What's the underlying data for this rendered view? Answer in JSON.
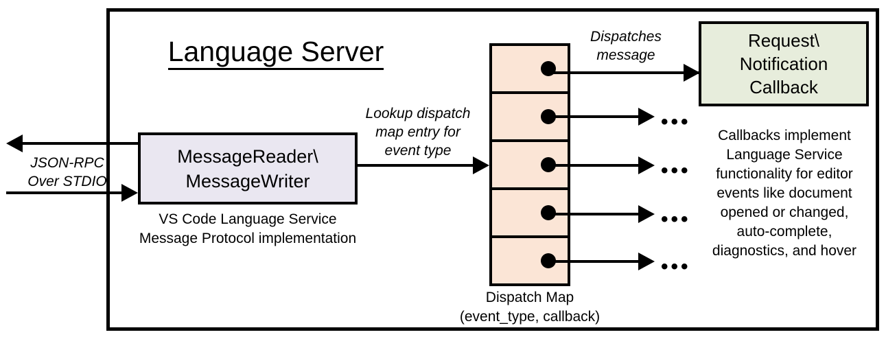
{
  "diagram": {
    "title": "Language Server",
    "nodes": {
      "message_io": {
        "label_line1": "MessageReader\\",
        "label_line2": "MessageWriter",
        "caption_line1": "VS Code Language Service",
        "caption_line2": "Message Protocol implementation",
        "fill_color": "#EAE7F1"
      },
      "dispatch_map": {
        "caption_line1": "Dispatch Map",
        "caption_line2": "(event_type, callback)",
        "fill_color": "#FBE5D6",
        "cell_count": 5
      },
      "callback": {
        "label_line1": "Request\\",
        "label_line2": "Notification",
        "label_line3": "Callback",
        "fill_color": "#E7EDDC",
        "caption_line1": "Callbacks implement",
        "caption_line2": "Language Service",
        "caption_line3": "functionality for editor",
        "caption_line4": "events like document",
        "caption_line5": "opened or changed,",
        "caption_line6": "auto-complete,",
        "caption_line7": "diagnostics, and hover"
      }
    },
    "edges": {
      "external_io_line1": "JSON-RPC",
      "external_io_line2": "Over STDIO",
      "lookup_line1": "Lookup dispatch",
      "lookup_line2": "map entry for",
      "lookup_line3": "event type",
      "dispatches_line1": "Dispatches",
      "dispatches_line2": "message",
      "ellipsis": "•••"
    }
  }
}
